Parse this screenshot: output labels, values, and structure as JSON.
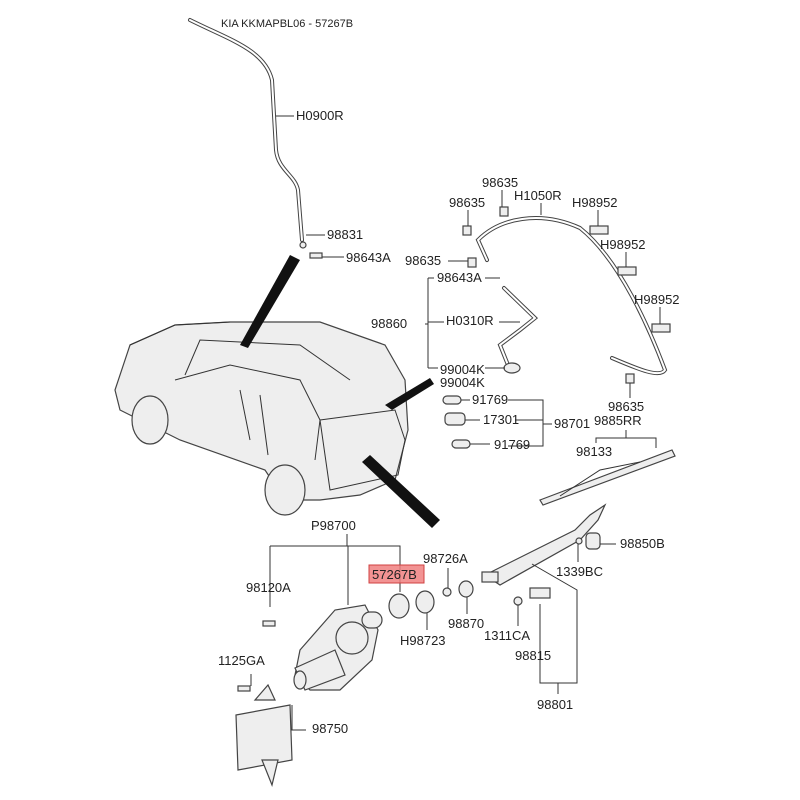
{
  "title": "KIA KKMAPBL06 - 57267B",
  "highlight_color": "#f08080",
  "labels": {
    "h0900r": "H0900R",
    "p98831": "98831",
    "p98643a_1": "98643A",
    "p98635_1": "98635",
    "p98635_2": "98635",
    "h1050r": "H1050R",
    "h98952_1": "H98952",
    "h98952_2": "H98952",
    "h98952_3": "H98952",
    "p98635_3": "98635",
    "p98643a_2": "98643A",
    "p98860": "98860",
    "h0310r": "H0310R",
    "p99004k_1": "99004K",
    "p99004k_2": "99004K",
    "p91769_1": "91769",
    "p17301": "17301",
    "p98701": "98701",
    "p91769_2": "91769",
    "p98635_4": "98635",
    "p9885rr": "9885RR",
    "p98133": "98133",
    "p98700": "P98700",
    "p98726a": "98726A",
    "p57267b": "57267B",
    "p98850b": "98850B",
    "p98120a": "98120A",
    "p1339bc": "1339BC",
    "p98870": "98870",
    "h98723": "H98723",
    "p1311ca": "1311CA",
    "p98815": "98815",
    "p1125ga": "1125GA",
    "p98801": "98801",
    "p98750": "98750"
  }
}
